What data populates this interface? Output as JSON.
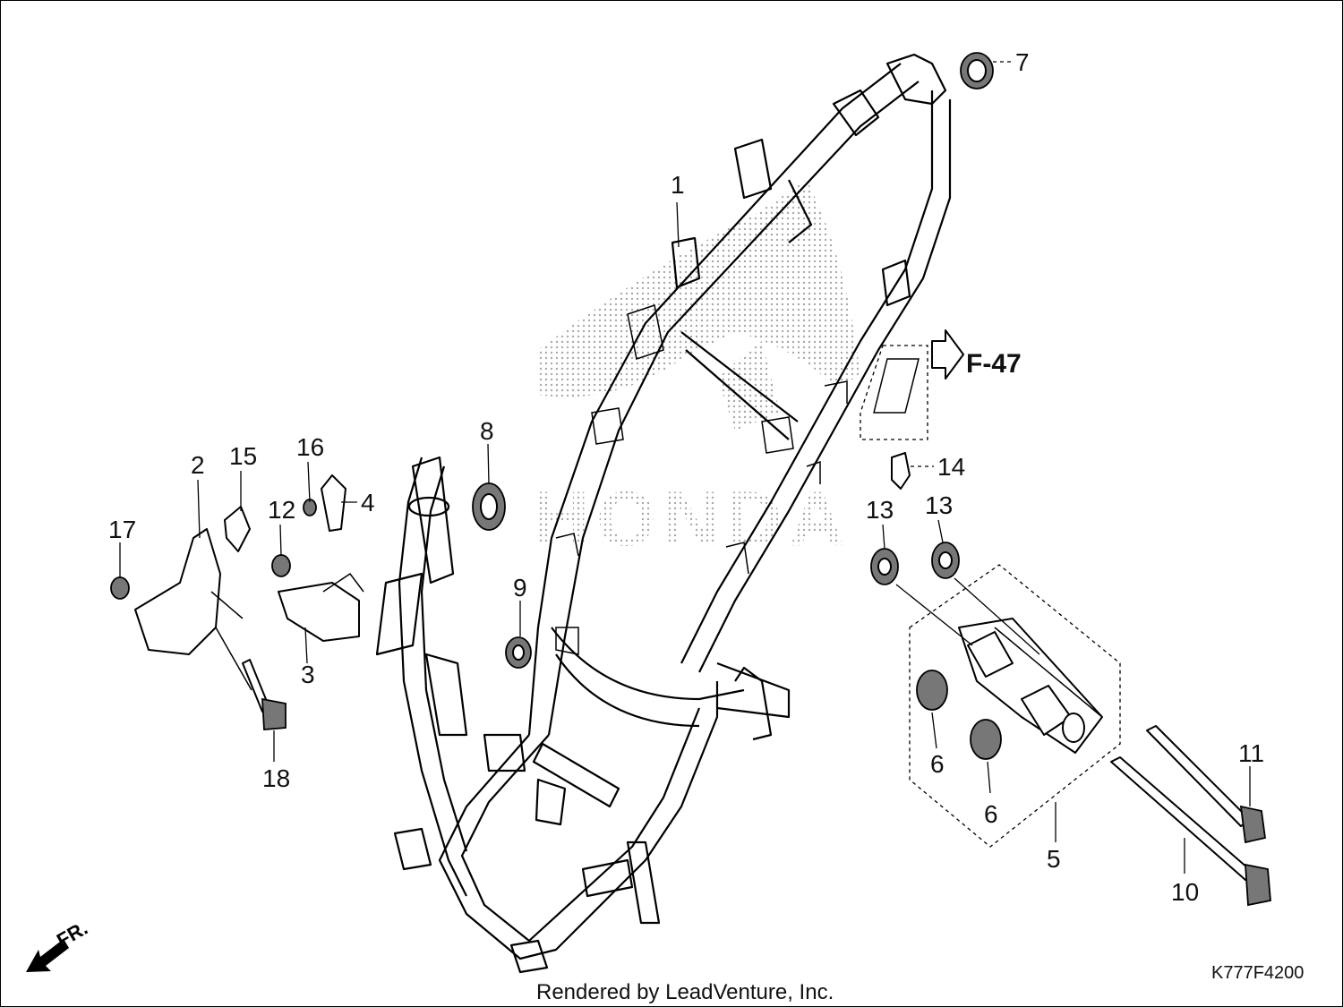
{
  "diagram": {
    "drawing_code": "K777F4200",
    "footer_credit": "Rendered by LeadVenture, Inc.",
    "reference": "F-47",
    "front_marker": "FR.",
    "watermark_brand": "HONDA",
    "callouts": {
      "c1": "1",
      "c2": "2",
      "c3": "3",
      "c4": "4",
      "c5": "5",
      "c6a": "6",
      "c6b": "6",
      "c7": "7",
      "c8": "8",
      "c9": "9",
      "c10": "10",
      "c11": "11",
      "c12": "12",
      "c13a": "13",
      "c13b": "13",
      "c14": "14",
      "c15": "15",
      "c16": "16",
      "c17": "17",
      "c18": "18"
    }
  }
}
